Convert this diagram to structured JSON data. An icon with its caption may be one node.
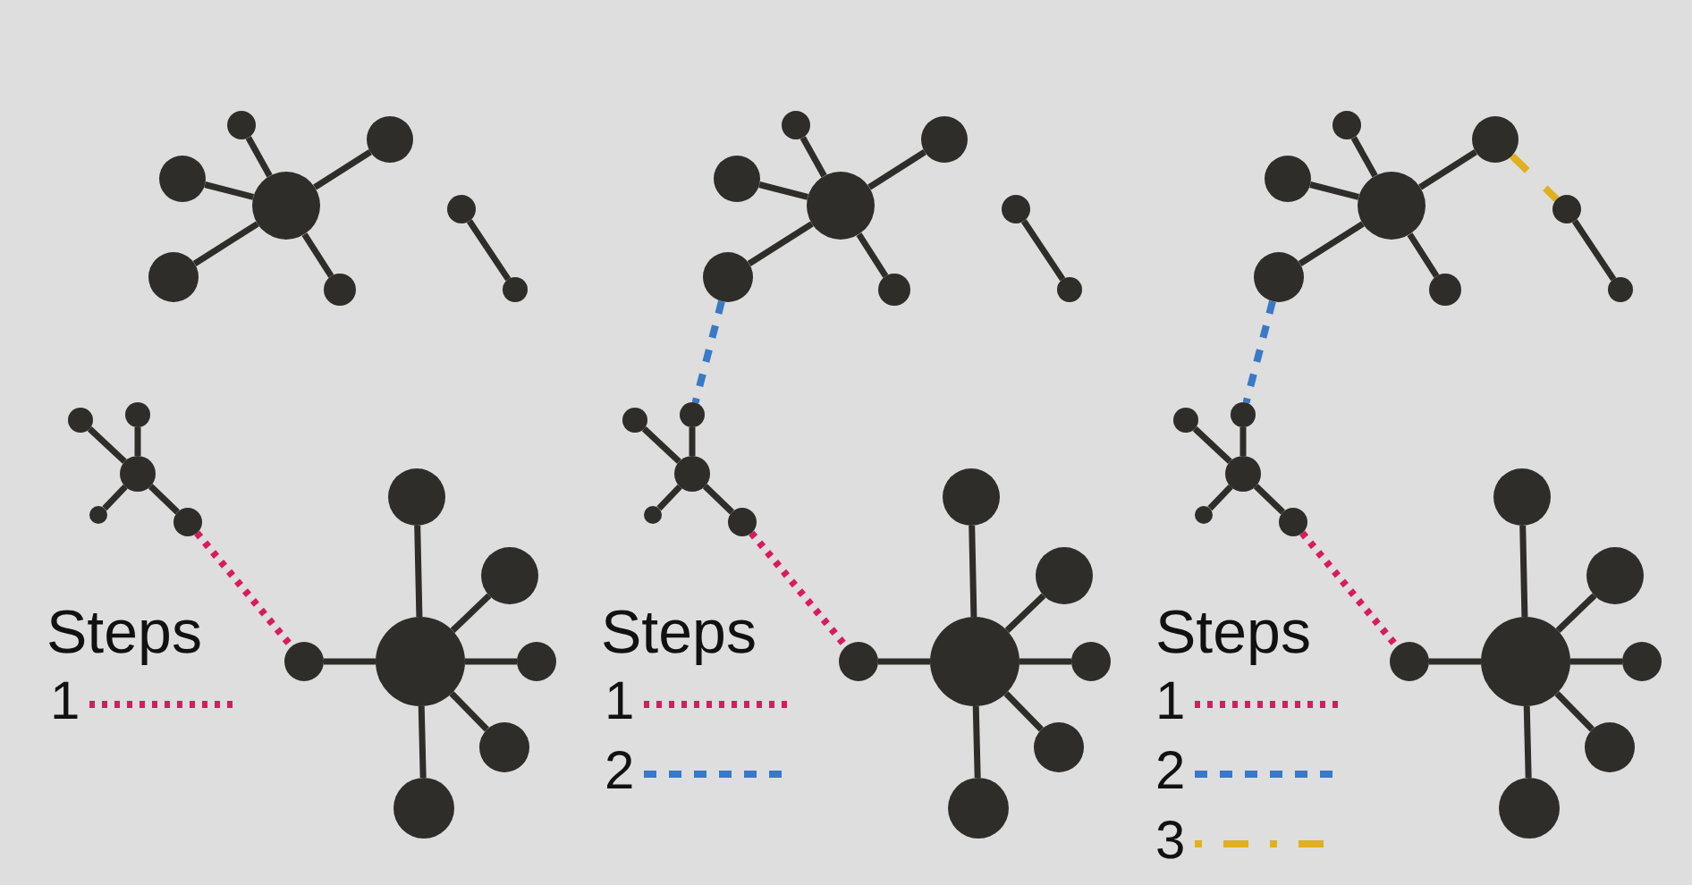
{
  "diagram": {
    "nodes": [
      {
        "text": [],
        "shape": "circle"
      },
      {
        "text": [],
        "shape": "circle"
      },
      {
        "text": [],
        "shape": "circle"
      },
      {
        "text": [],
        "shape": "circle"
      },
      {
        "text": [],
        "shape": "circle"
      },
      {
        "text": [],
        "shape": "circle"
      },
      {
        "text": [],
        "shape": "circle"
      },
      {
        "text": [],
        "shape": "circle"
      },
      {
        "text": [],
        "shape": "circle"
      },
      {
        "text": [],
        "shape": "circle"
      },
      {
        "text": [],
        "shape": "circle"
      },
      {
        "text": [],
        "shape": "circle"
      },
      {
        "text": [],
        "shape": "circle"
      },
      {
        "text": [],
        "shape": "circle"
      },
      {
        "text": [],
        "shape": "circle"
      },
      {
        "text": [],
        "shape": "circle"
      },
      {
        "text": [],
        "shape": "circle"
      },
      {
        "text": [],
        "shape": "circle"
      },
      {
        "text": [],
        "shape": "circle"
      },
      {
        "text": [],
        "shape": "circle"
      },
      {
        "text": [],
        "shape": "circle"
      },
      {
        "text": [],
        "shape": "circle"
      },
      {
        "text": [],
        "shape": "circle"
      },
      {
        "text": [],
        "shape": "circle"
      },
      {
        "text": [],
        "shape": "circle"
      },
      {
        "text": [],
        "shape": "circle"
      },
      {
        "text": [],
        "shape": "circle"
      },
      {
        "text": [],
        "shape": "circle"
      },
      {
        "text": [],
        "shape": "circle"
      },
      {
        "text": [],
        "shape": "circle"
      },
      {
        "text": [],
        "shape": "circle"
      },
      {
        "text": [],
        "shape": "circle"
      },
      {
        "text": [],
        "shape": "circle"
      },
      {
        "text": [],
        "shape": "circle"
      },
      {
        "text": [],
        "shape": "circle"
      },
      {
        "text": [],
        "shape": "circle"
      },
      {
        "text": [],
        "shape": "circle"
      },
      {
        "text": [],
        "shape": "circle"
      },
      {
        "text": [],
        "shape": "circle"
      },
      {
        "text": [],
        "shape": "circle"
      },
      {
        "text": [],
        "shape": "circle"
      },
      {
        "text": [],
        "shape": "circle"
      },
      {
        "text": [],
        "shape": "circle"
      },
      {
        "text": [],
        "shape": "circle"
      },
      {
        "text": [],
        "shape": "circle"
      },
      {
        "text": [],
        "shape": "circle"
      },
      {
        "text": [],
        "shape": "circle"
      },
      {
        "text": [],
        "shape": "circle"
      },
      {
        "text": [],
        "shape": "circle"
      },
      {
        "text": [],
        "shape": "circle"
      },
      {
        "text": [],
        "shape": "circle"
      },
      {
        "text": [],
        "shape": "circle"
      },
      {
        "text": [],
        "shape": "circle"
      },
      {
        "text": [],
        "shape": "circle"
      },
      {
        "text": [],
        "shape": "circle"
      },
      {
        "text": [],
        "shape": "circle"
      },
      {
        "text": [],
        "shape": "circle"
      },
      {
        "text": [],
        "shape": "circle"
      },
      {
        "text": [],
        "shape": "circle"
      },
      {
        "text": [],
        "shape": "circle"
      }
    ],
    "edges": [
      {
        "from": 0,
        "to": 1,
        "arrow": "none"
      },
      {
        "from": 0,
        "to": 2,
        "arrow": "none"
      },
      {
        "from": 0,
        "to": 3,
        "arrow": "none"
      },
      {
        "from": 0,
        "to": 4,
        "arrow": "none"
      },
      {
        "from": 0,
        "to": 5,
        "arrow": "none"
      },
      {
        "from": 6,
        "to": 7,
        "arrow": "none"
      },
      {
        "from": 8,
        "to": 9,
        "arrow": "none"
      },
      {
        "from": 8,
        "to": 10,
        "arrow": "none"
      },
      {
        "from": 8,
        "to": 11,
        "arrow": "none"
      },
      {
        "from": 8,
        "to": 12,
        "arrow": "none"
      },
      {
        "from": 13,
        "to": 14,
        "arrow": "none"
      },
      {
        "from": 13,
        "to": 15,
        "arrow": "none"
      },
      {
        "from": 13,
        "to": 16,
        "arrow": "none"
      },
      {
        "from": 13,
        "to": 17,
        "arrow": "none"
      },
      {
        "from": 13,
        "to": 18,
        "arrow": "none"
      },
      {
        "from": 13,
        "to": 19,
        "arrow": "none"
      },
      {
        "from": 12,
        "to": 14,
        "arrow": "none",
        "style": "dashed",
        "color": "#d81b60"
      },
      {
        "from": 20,
        "to": 21,
        "arrow": "none"
      },
      {
        "from": 20,
        "to": 22,
        "arrow": "none"
      },
      {
        "from": 20,
        "to": 23,
        "arrow": "none"
      },
      {
        "from": 20,
        "to": 24,
        "arrow": "none"
      },
      {
        "from": 20,
        "to": 25,
        "arrow": "none"
      },
      {
        "from": 26,
        "to": 27,
        "arrow": "none"
      },
      {
        "from": 28,
        "to": 29,
        "arrow": "none"
      },
      {
        "from": 28,
        "to": 30,
        "arrow": "none"
      },
      {
        "from": 28,
        "to": 31,
        "arrow": "none"
      },
      {
        "from": 28,
        "to": 32,
        "arrow": "none"
      },
      {
        "from": 33,
        "to": 34,
        "arrow": "none"
      },
      {
        "from": 33,
        "to": 35,
        "arrow": "none"
      },
      {
        "from": 33,
        "to": 36,
        "arrow": "none"
      },
      {
        "from": 33,
        "to": 37,
        "arrow": "none"
      },
      {
        "from": 33,
        "to": 38,
        "arrow": "none"
      },
      {
        "from": 33,
        "to": 39,
        "arrow": "none"
      },
      {
        "from": 32,
        "to": 34,
        "arrow": "none",
        "style": "dashed",
        "color": "#d81b60"
      },
      {
        "from": 24,
        "to": 30,
        "arrow": "none",
        "style": "dashed",
        "color": "#3a78c8"
      },
      {
        "from": 40,
        "to": 41,
        "arrow": "none"
      },
      {
        "from": 40,
        "to": 42,
        "arrow": "none"
      },
      {
        "from": 40,
        "to": 43,
        "arrow": "none"
      },
      {
        "from": 40,
        "to": 44,
        "arrow": "none"
      },
      {
        "from": 40,
        "to": 45,
        "arrow": "none"
      },
      {
        "from": 46,
        "to": 47,
        "arrow": "none"
      },
      {
        "from": 48,
        "to": 49,
        "arrow": "none"
      },
      {
        "from": 48,
        "to": 50,
        "arrow": "none"
      },
      {
        "from": 48,
        "to": 51,
        "arrow": "none"
      },
      {
        "from": 48,
        "to": 52,
        "arrow": "none"
      },
      {
        "from": 53,
        "to": 54,
        "arrow": "none"
      },
      {
        "from": 53,
        "to": 55,
        "arrow": "none"
      },
      {
        "from": 53,
        "to": 56,
        "arrow": "none"
      },
      {
        "from": 53,
        "to": 57,
        "arrow": "none"
      },
      {
        "from": 53,
        "to": 58,
        "arrow": "none"
      },
      {
        "from": 53,
        "to": 59,
        "arrow": "none"
      },
      {
        "from": 52,
        "to": 54,
        "arrow": "none",
        "style": "dashed",
        "color": "#d81b60"
      },
      {
        "from": 44,
        "to": 50,
        "arrow": "none",
        "style": "dashed",
        "color": "#3a78c8"
      },
      {
        "from": 42,
        "to": 46,
        "arrow": "none",
        "style": "dashed",
        "color": "#e0b020"
      }
    ],
    "labels": [
      "Steps",
      "Steps",
      "Steps"
    ],
    "legend": [
      {
        "text": "1"
      },
      {
        "text": "1"
      },
      {
        "text": "2"
      },
      {
        "text": "1"
      },
      {
        "text": "2"
      },
      {
        "text": "3"
      }
    ]
  }
}
